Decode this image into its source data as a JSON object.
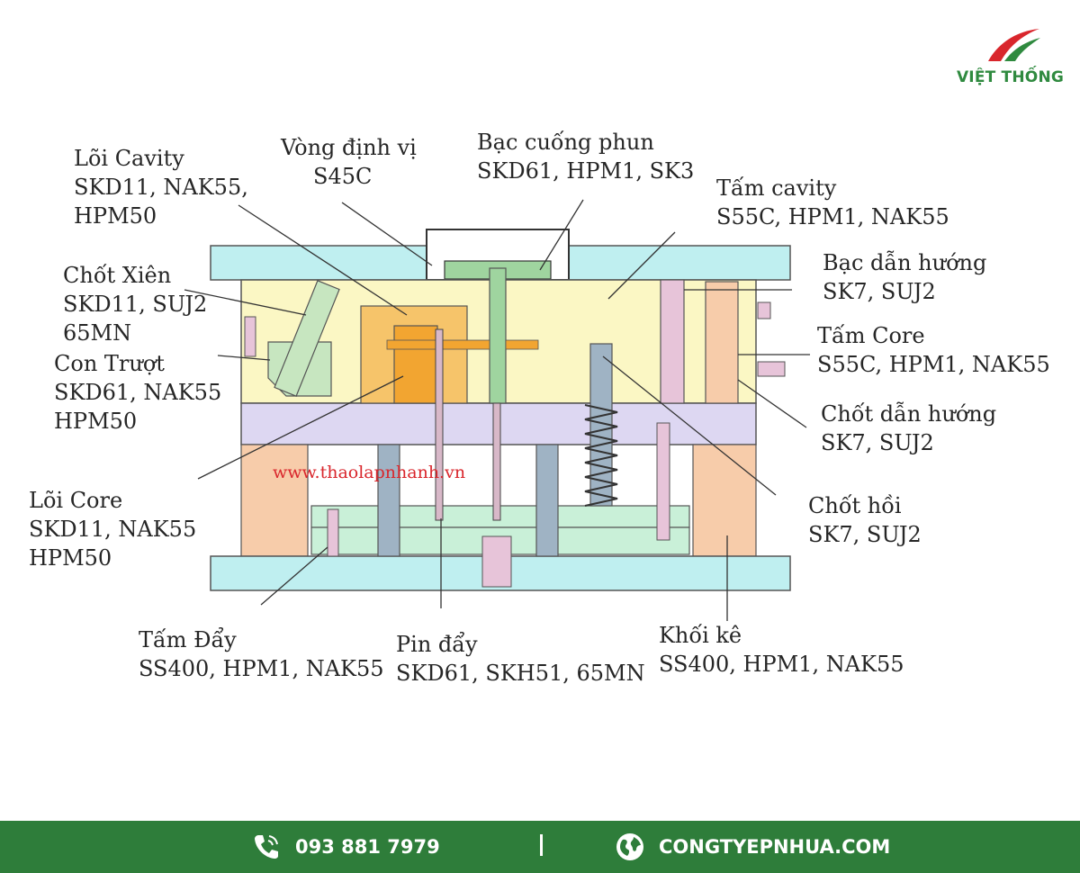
{
  "brand": {
    "name": "VIỆT THỐNG",
    "accent_green": "#2f8a3f",
    "accent_red": "#d9262c"
  },
  "watermark": "www.thaolapnhanh.vn",
  "labels": {
    "loi_cavity": {
      "name": "Lõi Cavity",
      "material": "SKD11, NAK55,",
      "material2": "HPM50"
    },
    "vong_dinh_vi": {
      "name": "Vòng định vị",
      "material": "S45C"
    },
    "bac_cuong_phun": {
      "name": "Bạc cuống phun",
      "material": "SKD61, HPM1, SK3"
    },
    "tam_cavity": {
      "name": "Tấm cavity",
      "material": "S55C, HPM1, NAK55"
    },
    "bac_dan_huong": {
      "name": "Bạc dẫn hướng",
      "material": "SK7, SUJ2"
    },
    "chot_xien": {
      "name": "Chốt Xiên",
      "material": "SKD11, SUJ2",
      "material2": "65MN"
    },
    "tam_core": {
      "name": "Tấm Core",
      "material": "S55C, HPM1, NAK55"
    },
    "con_truot": {
      "name": "Con Trượt",
      "material": "SKD61, NAK55",
      "material2": "HPM50"
    },
    "chot_dan_huong": {
      "name": "Chốt dẫn hướng",
      "material": "SK7, SUJ2"
    },
    "loi_core": {
      "name": "Lõi Core",
      "material": "SKD11, NAK55",
      "material2": "HPM50"
    },
    "chot_hoi": {
      "name": "Chốt hồi",
      "material": "SK7, SUJ2"
    },
    "tam_day": {
      "name": "Tấm Đẩy",
      "material": "SS400, HPM1, NAK55"
    },
    "pin_day": {
      "name": "Pin đẩy",
      "material": "SKD61, SKH51, 65MN"
    },
    "khoi_ke": {
      "name": "Khối kê",
      "material": "SS400, HPM1, NAK55"
    }
  },
  "footer": {
    "phone": "093 881 7979",
    "website": "CONGTYEPNHUA.COM",
    "phone_icon": "phone-icon",
    "globe_icon": "globe-icon",
    "background": "#2e7d3a"
  }
}
